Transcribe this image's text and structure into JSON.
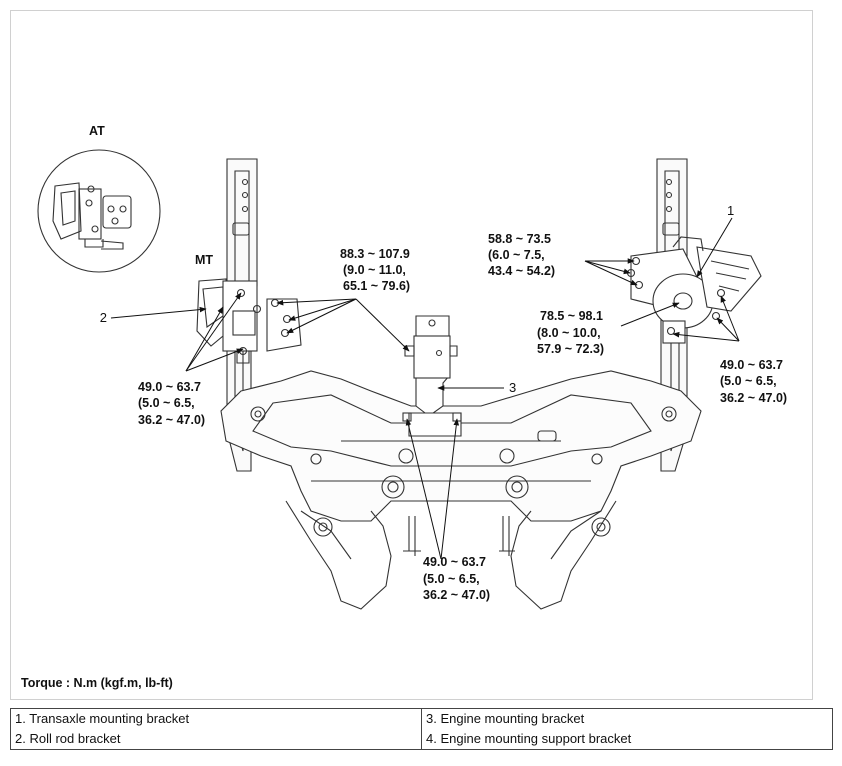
{
  "diagram": {
    "labels": {
      "at": "AT",
      "mt": "MT",
      "callout_1": "1",
      "callout_2": "2",
      "callout_3": "3",
      "torque_unit": "Torque : N.m (kgf.m, lb-ft)"
    },
    "torque_specs": {
      "center_top": [
        "88.3 ~ 107.9",
        "(9.0 ~ 11.0,",
        "65.1 ~ 79.6)"
      ],
      "right_top": [
        "58.8 ~ 73.5",
        "(6.0 ~ 7.5,",
        "43.4 ~ 54.2)"
      ],
      "right_center": [
        "78.5 ~ 98.1",
        "(8.0 ~ 10.0,",
        "57.9 ~ 72.3)"
      ],
      "left": [
        "49.0 ~ 63.7",
        "(5.0 ~ 6.5,",
        "36.2 ~ 47.0)"
      ],
      "right": [
        "49.0 ~ 63.7",
        "(5.0 ~ 6.5,",
        "36.2 ~ 47.0)"
      ],
      "bottom": [
        "49.0 ~ 63.7",
        "(5.0 ~ 6.5,",
        "36.2 ~ 47.0)"
      ]
    }
  },
  "legend": {
    "item_1": "1. Transaxle mounting bracket",
    "item_2": "2. Roll rod bracket",
    "item_3": "3. Engine mounting bracket",
    "item_4": "4. Engine mounting support bracket"
  }
}
